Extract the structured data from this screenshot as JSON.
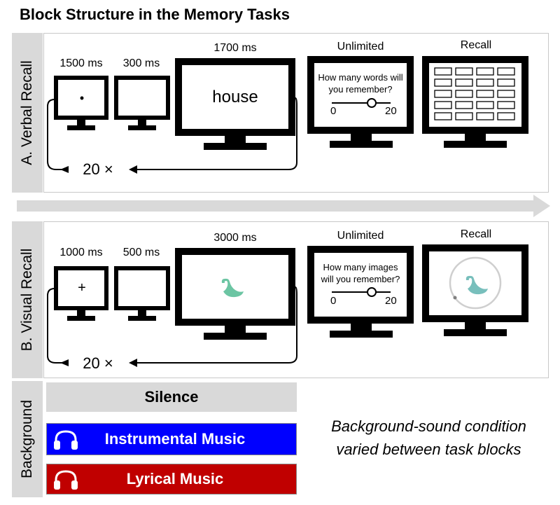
{
  "title": "Block Structure in the Memory Tasks",
  "section_a": {
    "label": "A. Verbal Recall",
    "timings": [
      "1500 ms",
      "300 ms",
      "1700 ms",
      "Unlimited",
      "Recall"
    ],
    "fixation": "•",
    "word": "house",
    "question": "How many words will you remember?",
    "slider_min": "0",
    "slider_max": "20",
    "slider_value": 0.75,
    "loop": "20 ×"
  },
  "section_b": {
    "label": "B. Visual Recall",
    "timings": [
      "1000 ms",
      "500 ms",
      "3000 ms",
      "Unlimited",
      "Recall"
    ],
    "fixation": "+",
    "question": "How many images will you remember?",
    "slider_min": "0",
    "slider_max": "20",
    "slider_value": 0.75,
    "loop": "20 ×",
    "stimulus_icon": "swan-icon"
  },
  "background": {
    "label": "Background",
    "conditions": [
      {
        "label": "Silence",
        "color": "#d9d9d9",
        "text_color": "#000000"
      },
      {
        "label": "Instrumental Music",
        "color": "#0000ff",
        "text_color": "#ffffff",
        "icon": "headphones-icon"
      },
      {
        "label": "Lyrical Music",
        "color": "#c00000",
        "text_color": "#ffffff",
        "icon": "headphones-icon"
      }
    ],
    "note_line1": "Background-sound condition",
    "note_line2": "varied between task blocks"
  },
  "colors": {
    "swan": "#6cc5a3",
    "swan_recall": "#78bfbc",
    "arrow": "#d9d9d9"
  }
}
